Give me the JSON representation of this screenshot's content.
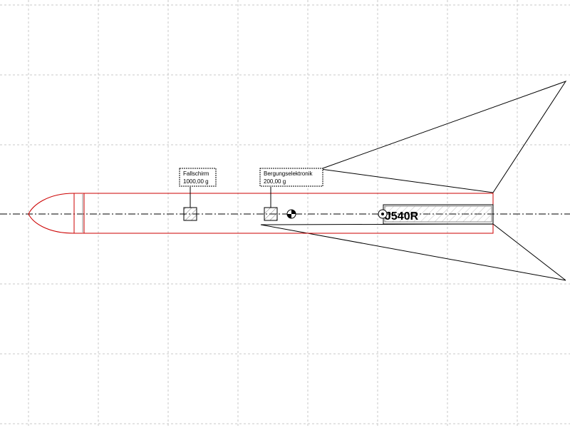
{
  "colors": {
    "grid": "#c8c8c8",
    "outline": "#cc0000",
    "line": "#000000",
    "background": "#ffffff"
  },
  "components": {
    "parachute": {
      "name": "Fallschirm",
      "mass": "1000,00 g"
    },
    "electronics": {
      "name": "Bergungselektronik",
      "mass": "200,00 g"
    },
    "motor": {
      "designation": "J540R"
    }
  },
  "markers": {
    "cg_icon": "center-of-gravity-icon",
    "cp_icon": "center-of-pressure-icon"
  }
}
